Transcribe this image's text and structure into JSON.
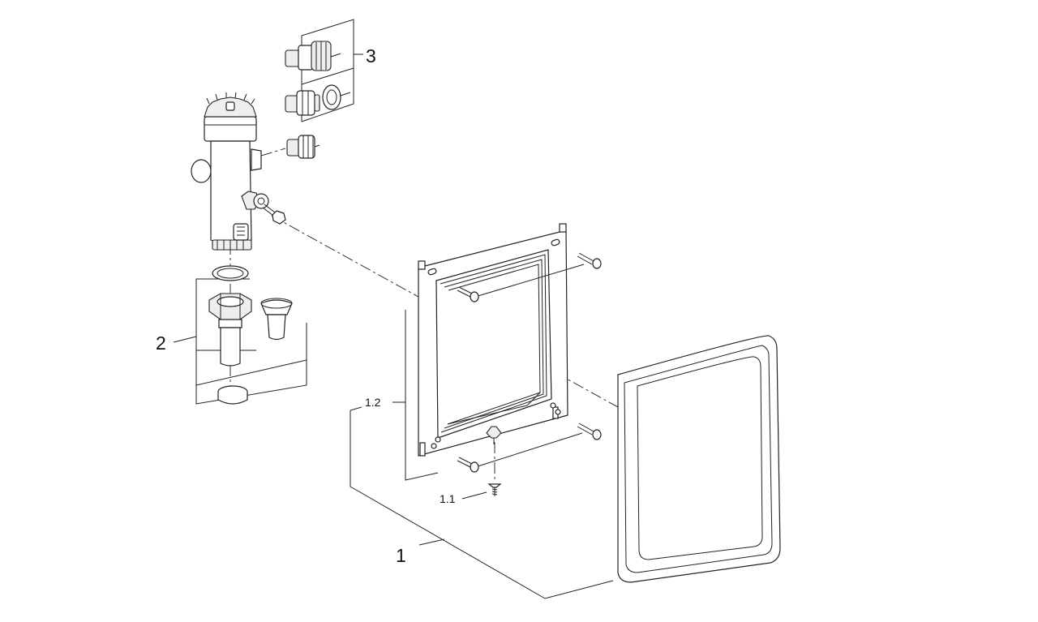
{
  "callouts": {
    "item_1": "1",
    "item_1_1": "1.1",
    "item_1_2": "1.2",
    "item_2": "2",
    "item_3": "3"
  }
}
